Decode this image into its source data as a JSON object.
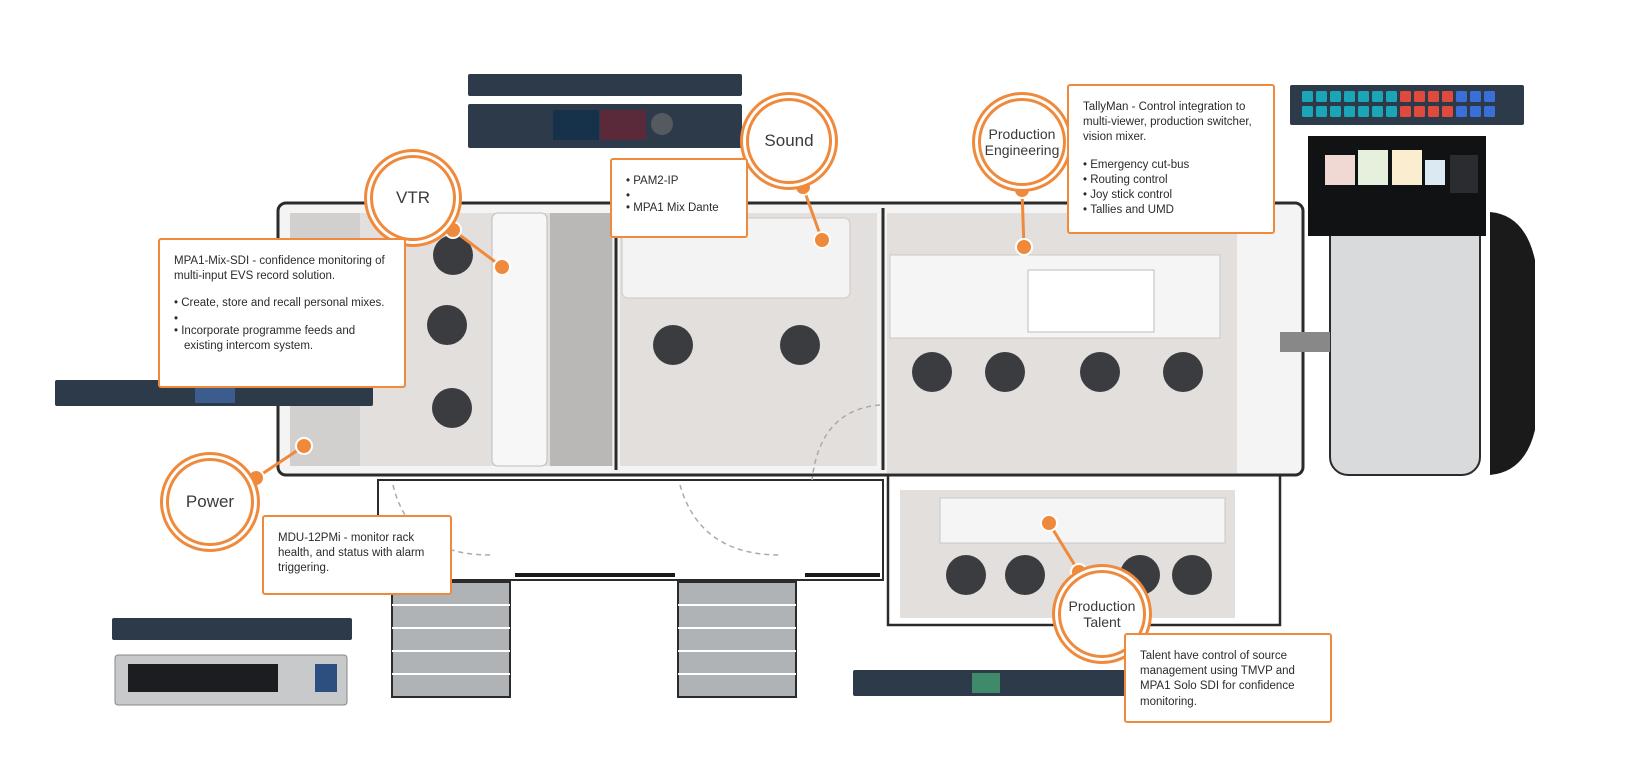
{
  "zones": {
    "vtr": {
      "label": "VTR",
      "callout_title": "MPA1-Mix-SDI - confidence monitoring of multi-input EVS record solution.",
      "bullets": [
        "Create, store and recall personal mixes.",
        "Incorporate programme feeds and existing intercom system."
      ]
    },
    "sound": {
      "label": "Sound",
      "bullets": [
        "PAM2-IP",
        "MPA1 Mix Dante"
      ]
    },
    "production_engineering": {
      "label": "Production Engineering",
      "callout_title": "TallyMan - Control integration to multi-viewer, production switcher, vision mixer.",
      "bullets": [
        "Emergency cut-bus",
        "Routing control",
        "Joy stick control",
        "Tallies and UMD"
      ]
    },
    "power": {
      "label": "Power",
      "callout_title": "MDU-12PMi - monitor rack health, and status with alarm triggering."
    },
    "production_talent": {
      "label": "Production Talent",
      "callout_title": "Talent have control of source management using TMVP and MPA1 Solo SDI for confidence monitoring."
    }
  },
  "colors": {
    "accent": "#ef8a3c",
    "floor": "#e3dfdc",
    "wall": "#2b2b2b",
    "chair": "#3a3c40",
    "device": "#2d3a4a"
  }
}
